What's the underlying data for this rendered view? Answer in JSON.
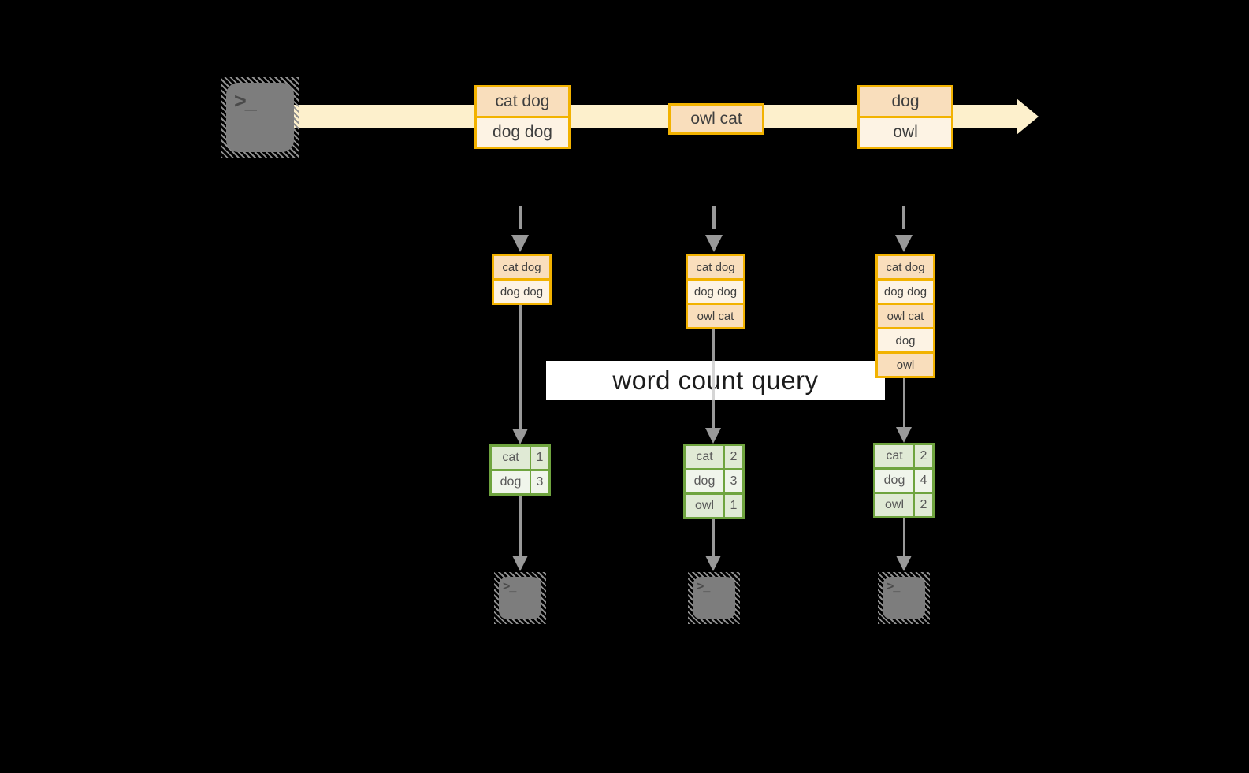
{
  "banner": {
    "label": "word count query"
  },
  "source_terminal": {
    "glyph": ">_"
  },
  "output_terminals": [
    {
      "glyph": ">_"
    },
    {
      "glyph": ">_"
    },
    {
      "glyph": ">_"
    }
  ],
  "stream": {
    "messages": [
      {
        "lines": [
          "cat dog",
          "dog dog"
        ]
      },
      {
        "lines": [
          "owl cat"
        ]
      },
      {
        "lines": [
          "dog",
          "owl"
        ]
      }
    ]
  },
  "states": [
    {
      "rows": [
        "cat dog",
        "dog dog"
      ]
    },
    {
      "rows": [
        "cat dog",
        "dog dog",
        "owl cat"
      ]
    },
    {
      "rows": [
        "cat dog",
        "dog dog",
        "owl cat",
        "dog",
        "owl"
      ]
    }
  ],
  "counts": [
    {
      "rows": [
        {
          "word": "cat",
          "count": "1"
        },
        {
          "word": "dog",
          "count": "3"
        }
      ]
    },
    {
      "rows": [
        {
          "word": "cat",
          "count": "2"
        },
        {
          "word": "dog",
          "count": "3"
        },
        {
          "word": "owl",
          "count": "1"
        }
      ]
    },
    {
      "rows": [
        {
          "word": "cat",
          "count": "2"
        },
        {
          "word": "dog",
          "count": "4"
        },
        {
          "word": "owl",
          "count": "2"
        }
      ]
    }
  ],
  "colors": {
    "background": "#000000",
    "stream_band": "#fdf0cc",
    "box_border": "#f2b200",
    "box_fill_dark": "#f9debc",
    "box_fill_light": "#fdf3e4",
    "box_text": "#3f3f3f",
    "table_border": "#6fa43f",
    "table_fill_dark": "#e0ead5",
    "table_fill_light": "#f0f5eb",
    "table_text": "#595959",
    "arrow_gray": "#999999",
    "terminal_gray": "#7d7d7d",
    "banner_bg": "#ffffff",
    "banner_text": "#1c1c1c"
  }
}
